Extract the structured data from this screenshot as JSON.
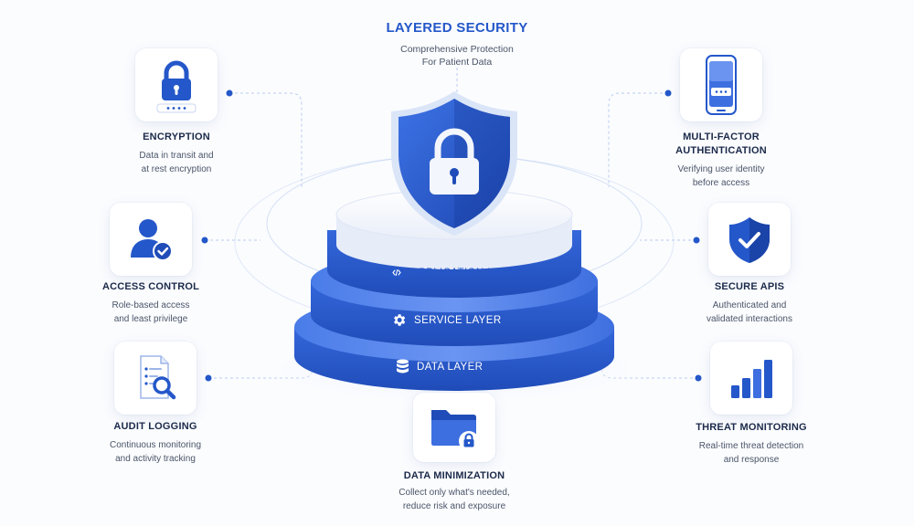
{
  "header": {
    "title": "LAYERED SECURITY",
    "subtitle_line1": "Comprehensive Protection",
    "subtitle_line2": "For Patient Data"
  },
  "layers": {
    "application": "APPLICATION LAYER",
    "service": "SERVICE LAYER",
    "data": "DATA LAYER"
  },
  "features": {
    "encryption": {
      "title": "ENCRYPTION",
      "line1": "Data in transit and",
      "line2": "at rest encryption",
      "icon": "padlock-icon"
    },
    "access_control": {
      "title": "ACCESS CONTROL",
      "line1": "Role-based access",
      "line2": "and least privilege",
      "icon": "user-check-icon"
    },
    "audit_logging": {
      "title": "AUDIT LOGGING",
      "line1": "Continuous monitoring",
      "line2": "and activity tracking",
      "icon": "document-search-icon"
    },
    "mfa": {
      "title_line1": "MULTI-FACTOR",
      "title_line2": "AUTHENTICATION",
      "line1": "Verifying user identity",
      "line2": "before access",
      "icon": "smartphone-icon"
    },
    "secure_apis": {
      "title": "SECURE APIS",
      "line1": "Authenticated and",
      "line2": "validated interactions",
      "icon": "shield-check-icon"
    },
    "threat_monitoring": {
      "title": "THREAT MONITORING",
      "line1": "Real-time threat detection",
      "line2": "and response",
      "icon": "bar-chart-icon"
    },
    "data_minimization": {
      "title": "DATA MINIMIZATION",
      "line1": "Collect only what's needed,",
      "line2": "reduce risk and exposure",
      "icon": "locked-folder-icon"
    }
  },
  "colors": {
    "primary": "#2457c9",
    "primary_dark": "#1b44a8",
    "primary_light": "#5f8cf0",
    "text_dark": "#1b2a4a",
    "text_muted": "#4a5568"
  }
}
